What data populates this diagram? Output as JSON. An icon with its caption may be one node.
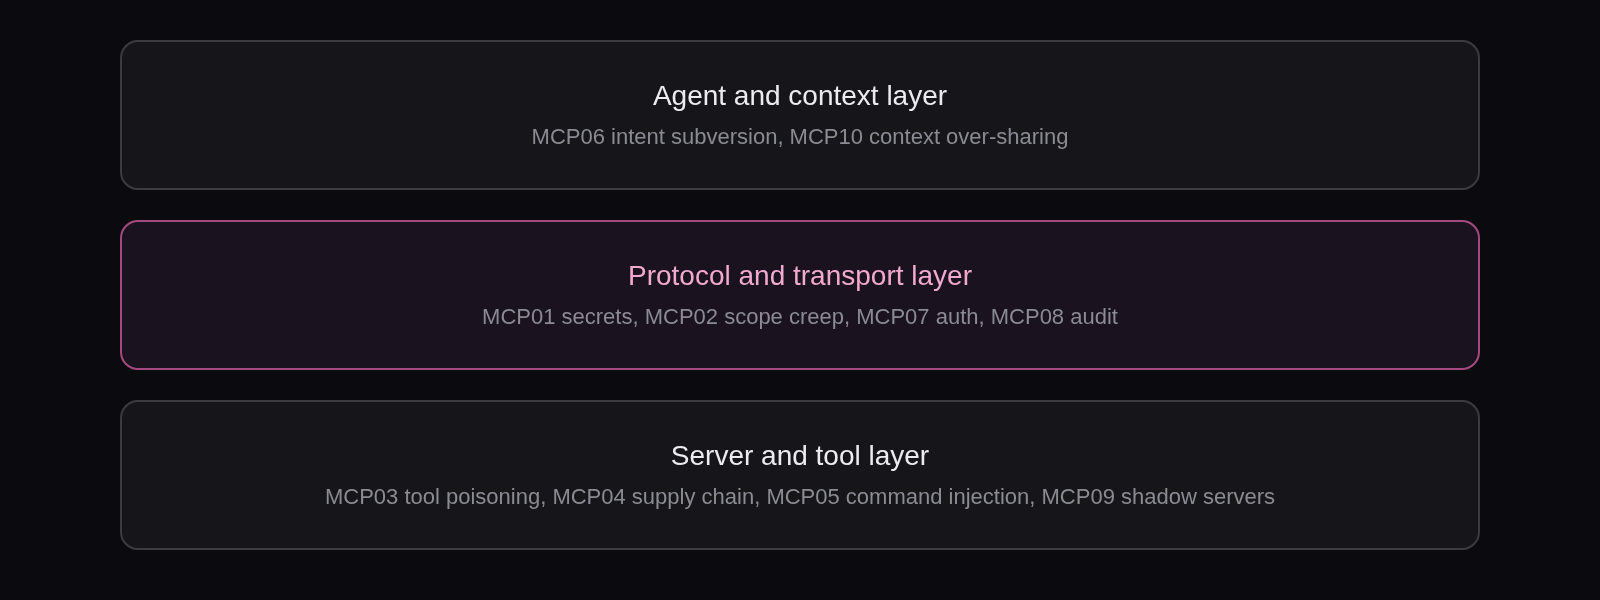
{
  "diagram": {
    "nodes": [
      {
        "text": [
          "Agent and context layer",
          "MCP06 intent subversion, MCP10 context over-sharing"
        ]
      },
      {
        "text": [
          "Protocol and transport layer",
          "MCP01 secrets, MCP02 scope creep, MCP07 auth, MCP08 audit"
        ]
      },
      {
        "text": [
          "Server and tool layer",
          "MCP03 tool poisoning, MCP04 supply chain, MCP05 command injection, MCP09 shadow servers"
        ]
      }
    ]
  }
}
